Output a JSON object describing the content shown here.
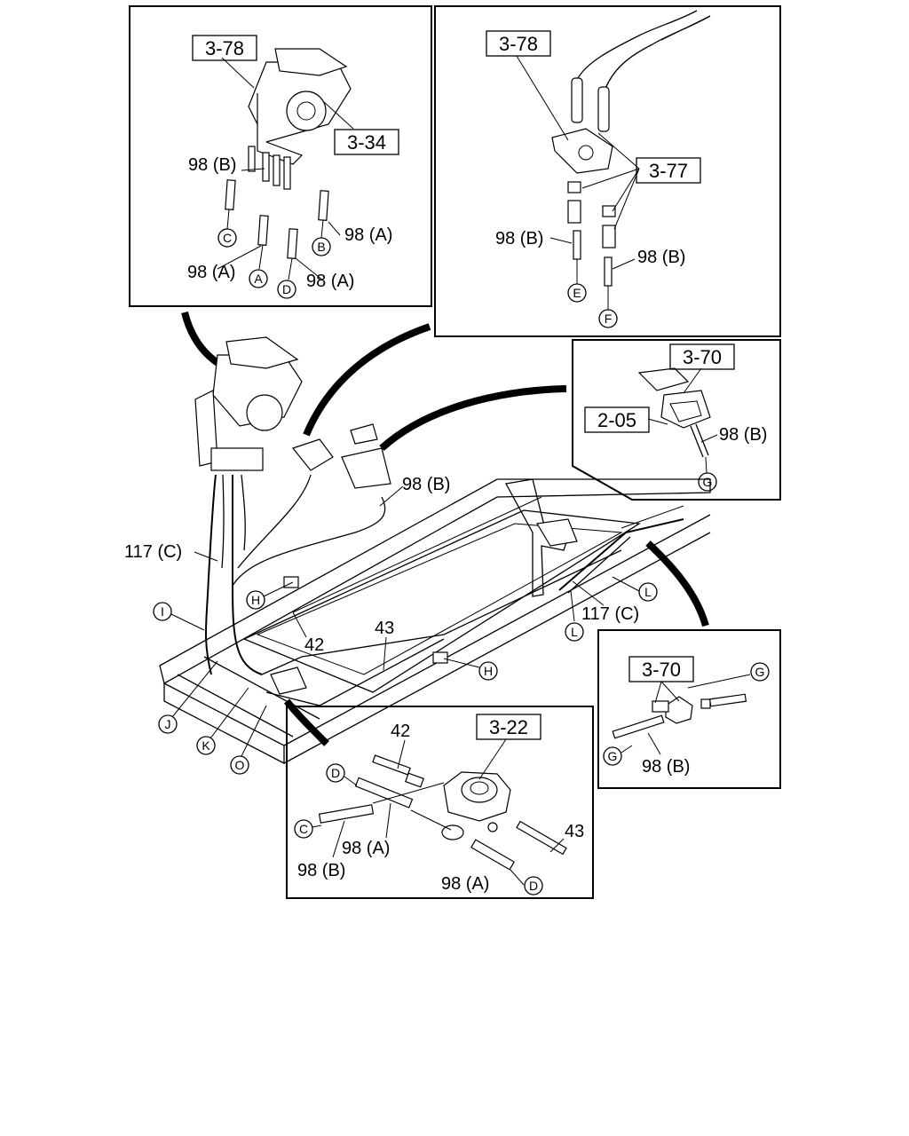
{
  "refs": {
    "r_3_78_a": "3-78",
    "r_3_34": "3-34",
    "r_3_78_b": "3-78",
    "r_3_77": "3-77",
    "r_3_70_a": "3-70",
    "r_2_05": "2-05",
    "r_3_70_b": "3-70",
    "r_3_22": "3-22"
  },
  "labels": {
    "p1_98b": "98 (B)",
    "p1_98a_right": "98 (A)",
    "p1_98a_left": "98 (A)",
    "p1_98a_bottom": "98 (A)",
    "p2_98b_left": "98 (B)",
    "p2_98b_right": "98 (B)",
    "p3_98b": "98 (B)",
    "main_98b": "98 (B)",
    "main_117c_left": "117 (C)",
    "main_117c_right": "117 (C)",
    "main_42": "42",
    "main_43": "43",
    "p4_98b": "98 (B)",
    "p5_42": "42",
    "p5_43": "43",
    "p5_98a_left": "98 (A)",
    "p5_98b": "98 (B)",
    "p5_98a_bottom": "98 (A)"
  },
  "circles": {
    "p1_c": "C",
    "p1_b": "B",
    "p1_a": "A",
    "p1_d": "D",
    "p2_e": "E",
    "p2_f": "F",
    "p3_g": "G",
    "main_h_left": "H",
    "main_h_right": "H",
    "main_l_right": "L",
    "main_l_bottom": "L",
    "main_i": "I",
    "main_j": "J",
    "main_k": "K",
    "main_o": "O",
    "p4_g_top": "G",
    "p4_g_bottom": "G",
    "p5_d_top": "D",
    "p5_c": "C",
    "p5_d_bottom": "D"
  }
}
